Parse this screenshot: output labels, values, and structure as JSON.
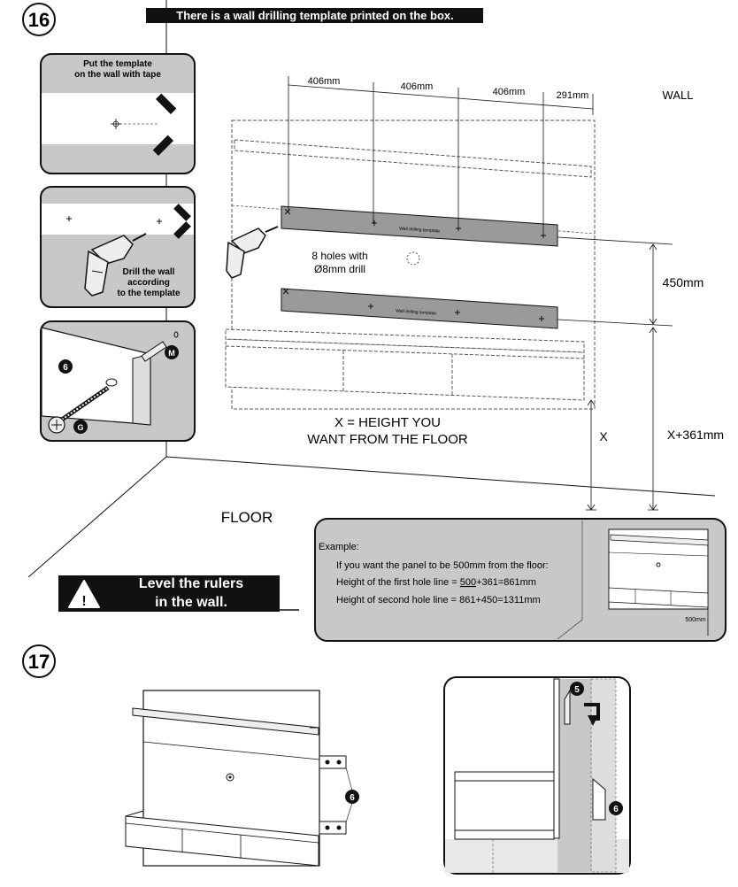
{
  "step16": {
    "number": "16",
    "banner": "There is a wall drilling template printed on the box.",
    "panel1_line1": "Put the template",
    "panel1_line2": "on the wall with tape",
    "panel2_line1": "Drill the wall",
    "panel2_line2": "according",
    "panel2_line3": "to the template",
    "panel3_part_6": "6",
    "panel3_part_m": "M",
    "panel3_part_g": "G",
    "dim_1": "406mm",
    "dim_2": "406mm",
    "dim_3": "406mm",
    "dim_4": "291mm",
    "wall_label": "WALL",
    "holes_line1": "8 holes with",
    "holes_line2": "Ø8mm drill",
    "template_label": "Wall drilling template",
    "dim_450": "450mm",
    "x_def_line1": "X = HEIGHT YOU",
    "x_def_line2": "WANT FROM THE FLOOR",
    "x_label": "X",
    "x361_label": "X+361mm",
    "floor_label": "FLOOR",
    "warning_line1": "Level the rulers",
    "warning_line2": "in the wall.",
    "warning_icon": "!",
    "example_title": "Example:",
    "example_line1": "If you want the panel to be 500mm from the floor:",
    "example_line2_pre": "Height of the first hole line = ",
    "example_line2_val": "500",
    "example_line2_post": "+361=861mm",
    "example_line3": "Height of second hole line = 861+450=1311mm",
    "example_inset_dim": "500mm"
  },
  "step17": {
    "number": "17",
    "part_6a": "6",
    "part_6b": "6",
    "part_5": "5"
  },
  "colors": {
    "panel_gray": "#c8c8c8",
    "template_gray": "#9a9a9a",
    "dark": "#111111"
  }
}
